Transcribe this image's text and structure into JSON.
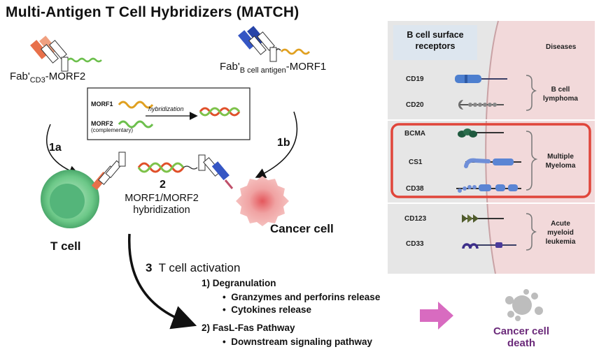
{
  "title": "Multi-Antigen T Cell Hybridizers (MATCH)",
  "fab_left": {
    "prefix": "Fab'",
    "sub": "CD3",
    "suffix": "-MORF2"
  },
  "fab_right": {
    "prefix": "Fab'",
    "sub": "B cell antigen",
    "suffix": "-MORF1"
  },
  "inset": {
    "morf1": "MORF1",
    "morf2": "MORF2",
    "morf2_note": "(complementary)",
    "arrow_label": "hybridization"
  },
  "steps": {
    "s1a": "1a",
    "s1b": "1b",
    "s2": "2",
    "s2_label": "MORF1/MORF2",
    "s2_label2": "hybridization",
    "s3": "3",
    "s3_label": "T cell activation"
  },
  "cells": {
    "tcell": "T cell",
    "cancer": "Cancer cell"
  },
  "activation": {
    "degranulation": "1) Degranulation",
    "deg_items": [
      "Granzymes and perforins release",
      "Cytokines release"
    ],
    "fas": "2) FasL-Fas Pathway",
    "fas_items": [
      "Downstream signaling pathway"
    ]
  },
  "outcome": {
    "line1": "Cancer cell",
    "line2": "death"
  },
  "panel": {
    "header1": "B cell surface",
    "header2": "receptors",
    "diseases_header": "Diseases",
    "receptors": [
      "CD19",
      "CD20",
      "BCMA",
      "CS1",
      "CD38",
      "CD123",
      "CD33"
    ],
    "disease_groups": [
      {
        "line1": "B cell",
        "line2": "lymphoma"
      },
      {
        "line1": "Multiple",
        "line2": "Myeloma"
      },
      {
        "line1": "Acute",
        "line2": "myeloid",
        "line3": "leukemia"
      }
    ]
  },
  "colors": {
    "panel_bg": "#e6e6e6",
    "membrane": "#f2d9da",
    "highlight": "#e0453a",
    "arrow": "#d86bc0",
    "death_text": "#6b2a7a",
    "tcell": "#43a86a",
    "cancer": "#e97a7a"
  }
}
